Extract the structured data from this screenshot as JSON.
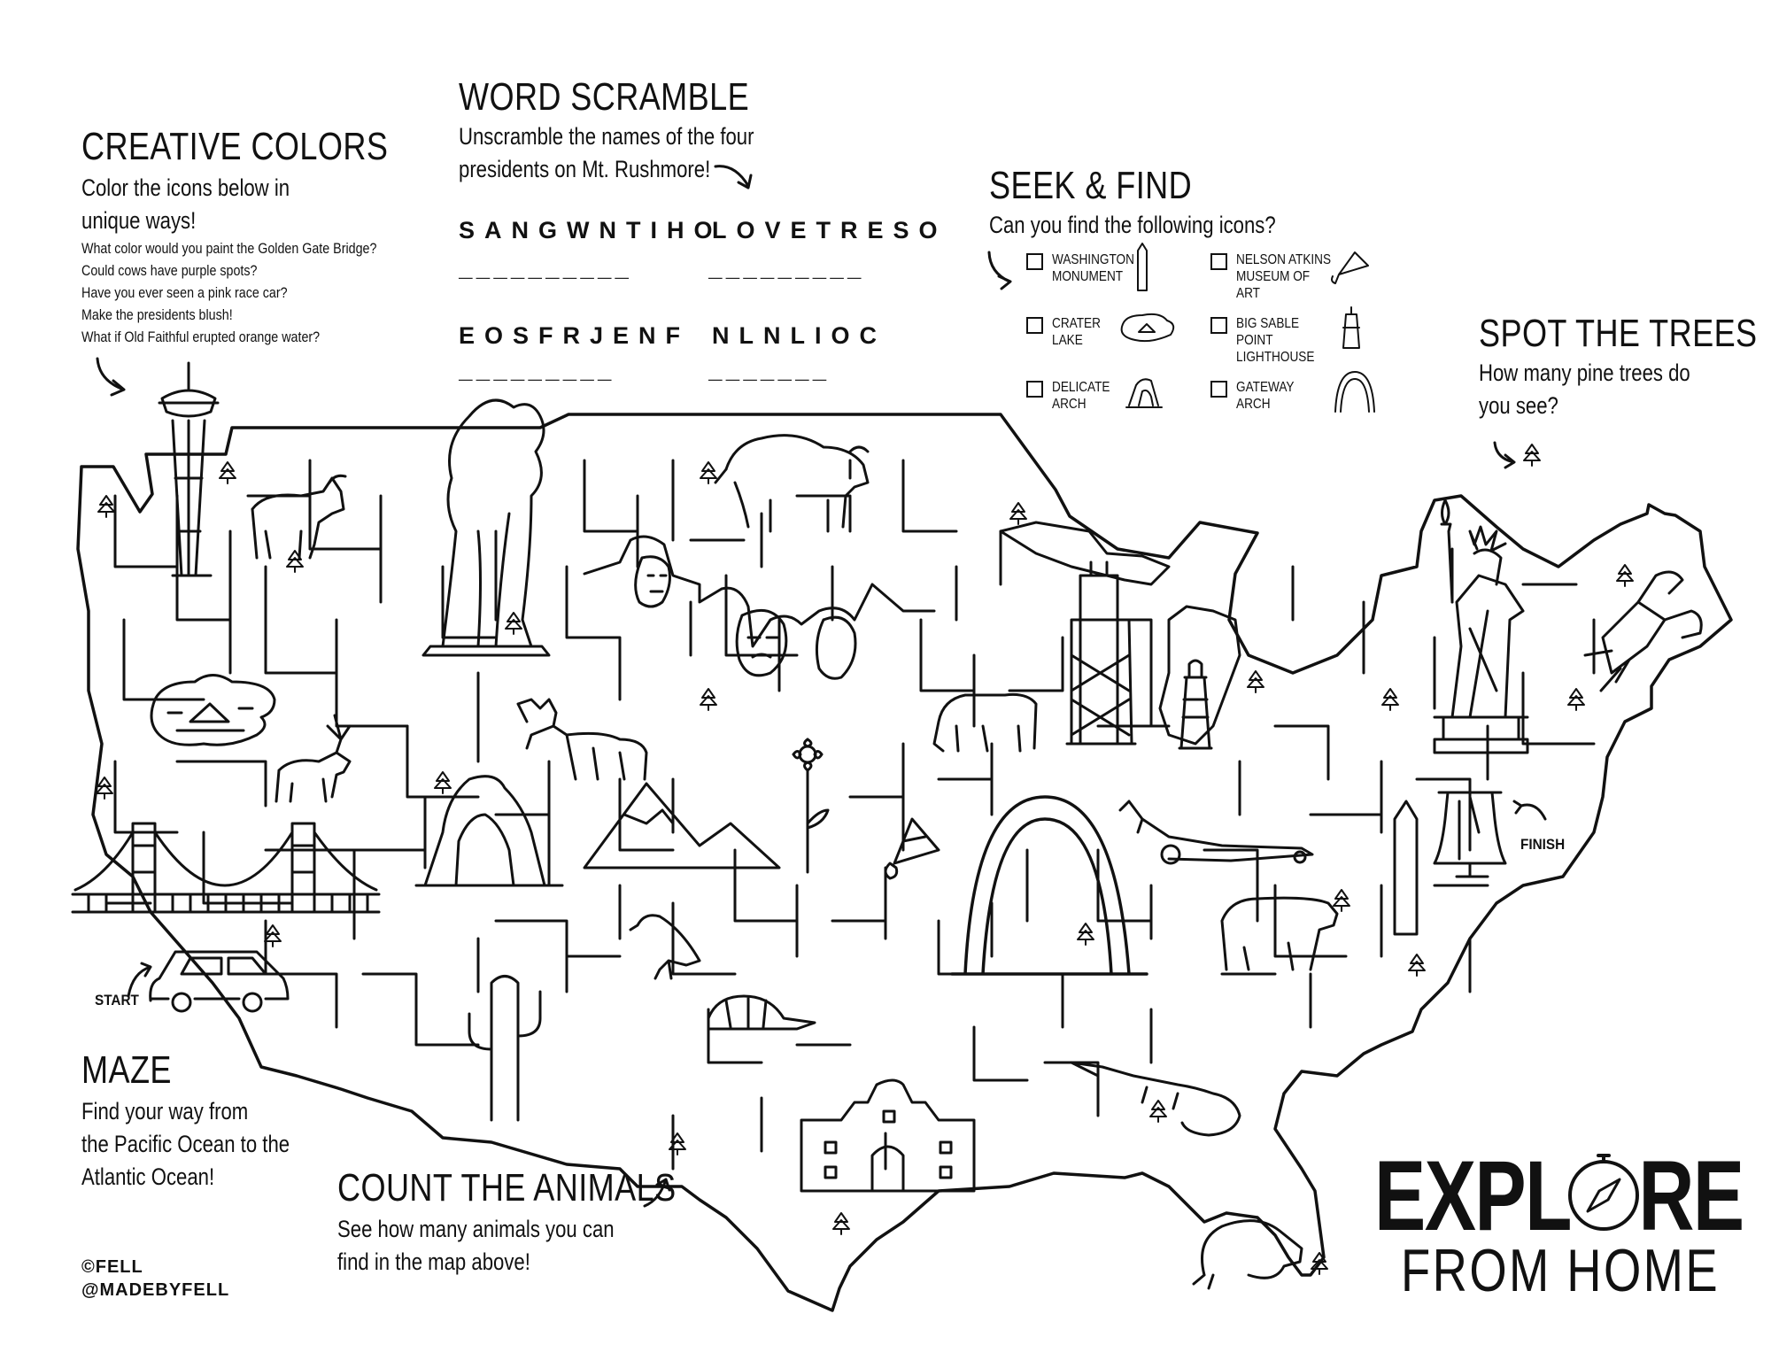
{
  "creative_colors": {
    "title": "CREATIVE COLORS",
    "intro_line1": "Color the icons below in",
    "intro_line2": "unique ways!",
    "prompts": [
      "What color would you paint the Golden Gate Bridge?",
      "Could cows have purple spots?",
      "Have you ever seen a pink race car?",
      "Make the presidents blush!",
      "What if Old Faithful erupted orange water?"
    ]
  },
  "word_scramble": {
    "title": "WORD SCRAMBLE",
    "line1": "Unscramble the names of the four",
    "line2": "presidents on Mt. Rushmore!",
    "words": [
      {
        "scrambled": "SANGWNTIHO",
        "blanks": "__________"
      },
      {
        "scrambled": "LOVETRESO",
        "blanks": "_________"
      },
      {
        "scrambled": "EOSFRJENF",
        "blanks": "_________"
      },
      {
        "scrambled": "NLNLIOC",
        "blanks": "_______"
      }
    ]
  },
  "seek_find": {
    "title": "SEEK & FIND",
    "subtitle": "Can you find the following icons?",
    "items": [
      {
        "label": "WASHINGTON\nMONUMENT",
        "icon": "washington-monument-icon"
      },
      {
        "label": "NELSON ATKINS\nMUSEUM OF ART",
        "icon": "shuttlecock-icon"
      },
      {
        "label": "CRATER\nLAKE",
        "icon": "crater-lake-icon"
      },
      {
        "label": "BIG SABLE POINT\nLIGHTHOUSE",
        "icon": "lighthouse-icon"
      },
      {
        "label": "DELICATE\nARCH",
        "icon": "delicate-arch-icon"
      },
      {
        "label": "GATEWAY\nARCH",
        "icon": "gateway-arch-icon"
      }
    ]
  },
  "spot_trees": {
    "title": "SPOT THE TREES",
    "line1": "How many pine trees do",
    "line2": "you see?"
  },
  "maze": {
    "title": "MAZE",
    "line1": "Find your way from",
    "line2": "the Pacific Ocean to the",
    "line3": "Atlantic Ocean!",
    "start_label": "START",
    "finish_label": "FINISH"
  },
  "count_animals": {
    "title": "COUNT THE ANIMALS",
    "line1": "See how many animals you can",
    "line2": "find in the map above!"
  },
  "brand": {
    "word1": "EXPL",
    "word2": "RE",
    "word3": "FROM HOME"
  },
  "credit": {
    "line1": "©FELL",
    "line2": "@MADEBYFELL"
  },
  "colors": {
    "ink": "#111111",
    "paper": "#ffffff"
  }
}
